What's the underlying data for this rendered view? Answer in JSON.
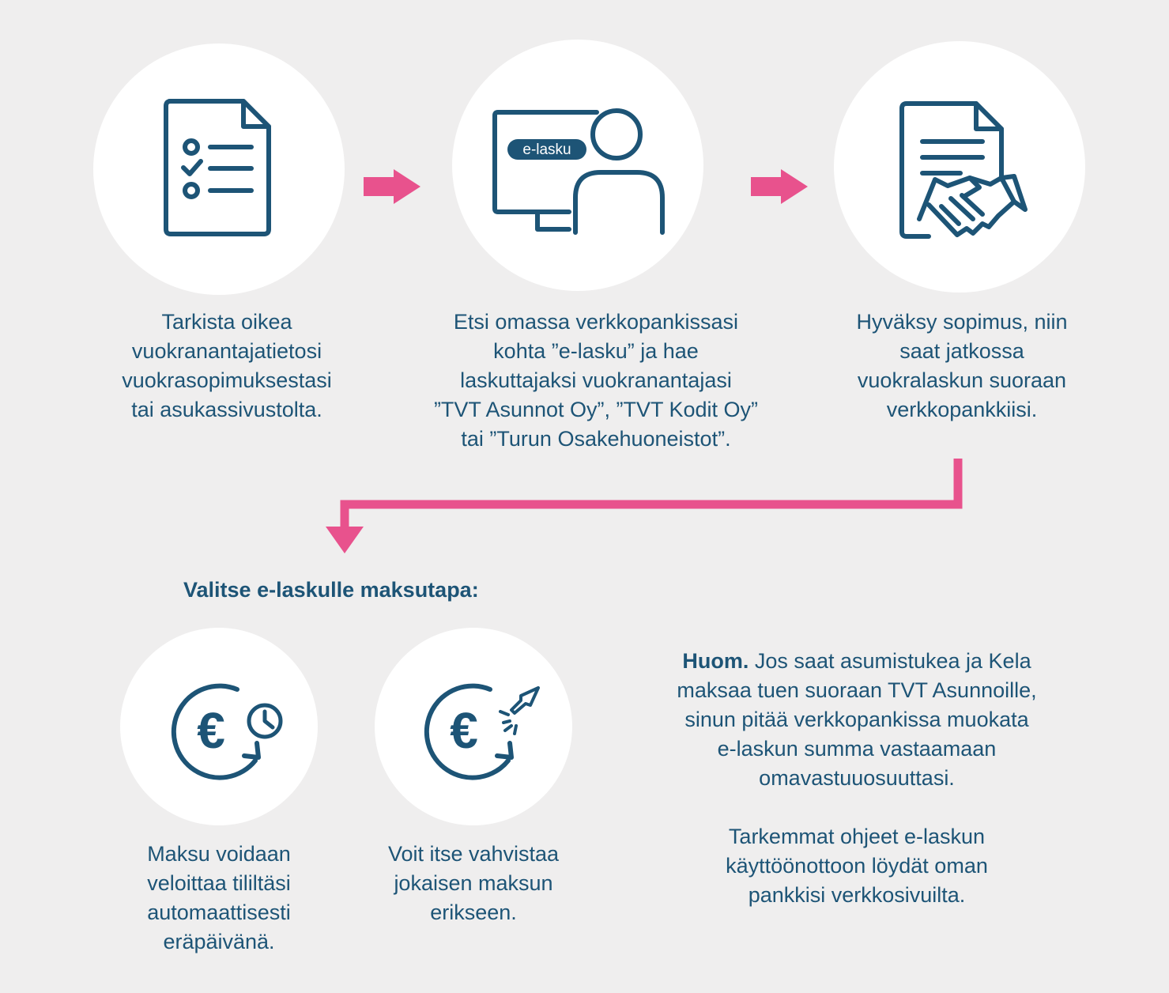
{
  "colors": {
    "accent": "#e8528d",
    "primary": "#1d5476",
    "background": "#efeeee"
  },
  "steps": [
    {
      "icon": "checklist-document-icon",
      "lines": [
        "Tarkista oikea",
        "vuokranantajatietosi",
        "vuokrasopimuksestasi",
        "tai asukassivustolta."
      ]
    },
    {
      "icon": "computer-user-icon",
      "screen_label": "e-lasku",
      "lines": [
        "Etsi omassa verkkopankissasi",
        "kohta ”e-lasku” ja hae",
        "laskuttajaksi vuokranantajasi",
        "”TVT Asunnot Oy”, ”TVT Kodit Oy”",
        "tai ”Turun Osakehuoneistot”."
      ]
    },
    {
      "icon": "contract-handshake-icon",
      "lines": [
        "Hyväksy sopimus, niin",
        "saat jatkossa",
        "vuokralaskun suoraan",
        "verkkopankkiisi."
      ]
    }
  ],
  "payment": {
    "heading": "Valitse e-laskulle maksutapa:",
    "options": [
      {
        "icon": "euro-clock-icon",
        "lines": [
          "Maksu voidaan",
          "veloittaa tililtäsi",
          "automaattisesti",
          "eräpäivänä."
        ]
      },
      {
        "icon": "euro-click-icon",
        "lines": [
          "Voit itse vahvistaa",
          "jokaisen maksun",
          "erikseen."
        ]
      }
    ]
  },
  "note": {
    "bold": "Huom.",
    "first_line_rest": " Jos saat asumistukea ja Kela",
    "lines": [
      "maksaa tuen suoraan TVT Asunnoille,",
      "sinun pitää verkkopankissa muokata",
      "e-laskun summa vastaamaan",
      "omavastuuosuuttasi."
    ],
    "more": [
      "Tarkemmat ohjeet e-laskun",
      "käyttöönottoon löydät oman",
      "pankkisi verkkosivuilta."
    ]
  }
}
